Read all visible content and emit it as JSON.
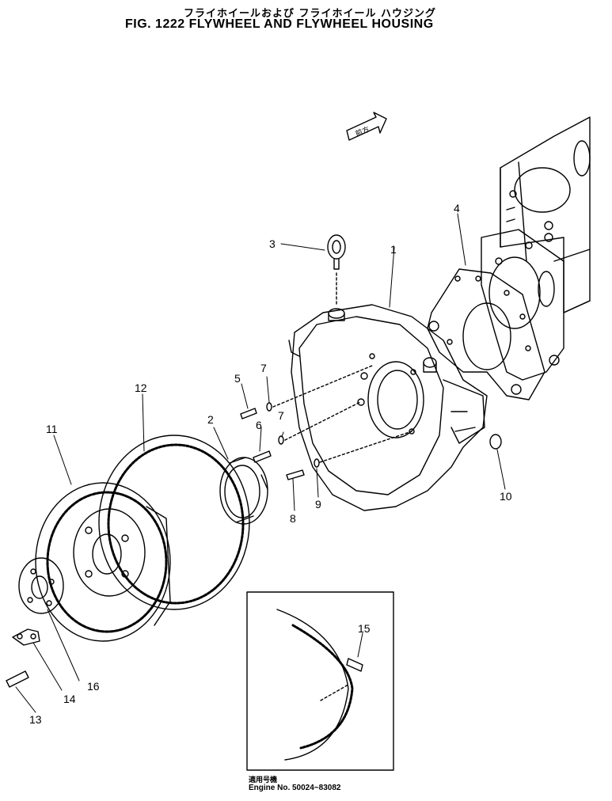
{
  "title_jp": "フライホイールおよび フライホイール ハウジング",
  "title_en": "FIG. 1222  FLYWHEEL AND FLYWHEEL HOUSING",
  "direction_label": "前方",
  "callouts": {
    "c1": "1",
    "c2": "2",
    "c3": "3",
    "c4": "4",
    "c5": "5",
    "c6": "6",
    "c7a": "7",
    "c7b": "7",
    "c8": "8",
    "c9": "9",
    "c10": "10",
    "c11": "11",
    "c12": "12",
    "c13": "13",
    "c14": "14",
    "c15": "15",
    "c16": "16"
  },
  "footnote": {
    "jp": "適用号機",
    "en": "Engine No. 50024~83082"
  }
}
